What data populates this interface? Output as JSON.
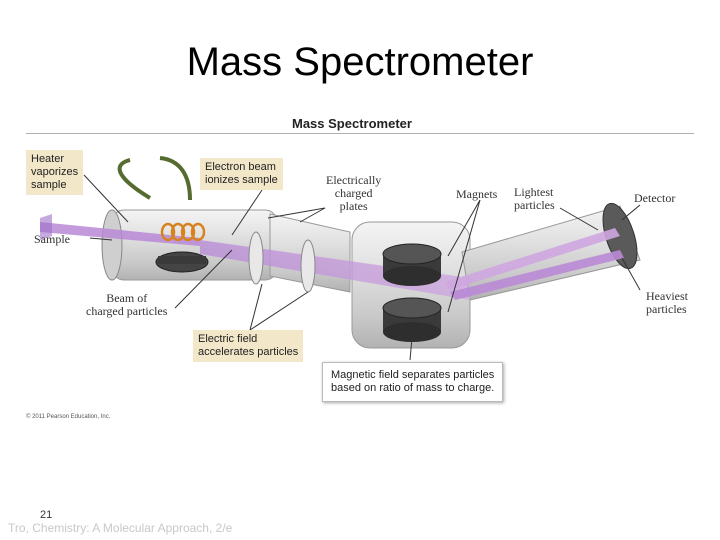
{
  "slide": {
    "title": "Mass Spectrometer",
    "page_number": "21",
    "footer": "Tro, Chemistry: A Molecular Approach, 2/e"
  },
  "figure": {
    "title": "Mass Spectrometer",
    "copyright": "© 2011 Pearson Education, Inc.",
    "callouts": {
      "heater": "Heater\nvaporizes\nsample",
      "electron_beam": "Electron beam\nionizes sample",
      "electric_field": "Electric field\naccelerates particles",
      "magnetic_field": "Magnetic field separates particles\nbased on ratio of mass to charge."
    },
    "labels": {
      "sample": "Sample",
      "beam": "Beam of\ncharged particles",
      "plates": "Electrically\ncharged\nplates",
      "magnets": "Magnets",
      "lightest": "Lightest\nparticles",
      "detector": "Detector",
      "heaviest": "Heaviest\nparticles"
    }
  },
  "colors": {
    "beam": "#c9a0dc",
    "tube": "#d9d9d9",
    "callout_bg": "#f3e7c9",
    "magnet": "#3a3a3a"
  }
}
